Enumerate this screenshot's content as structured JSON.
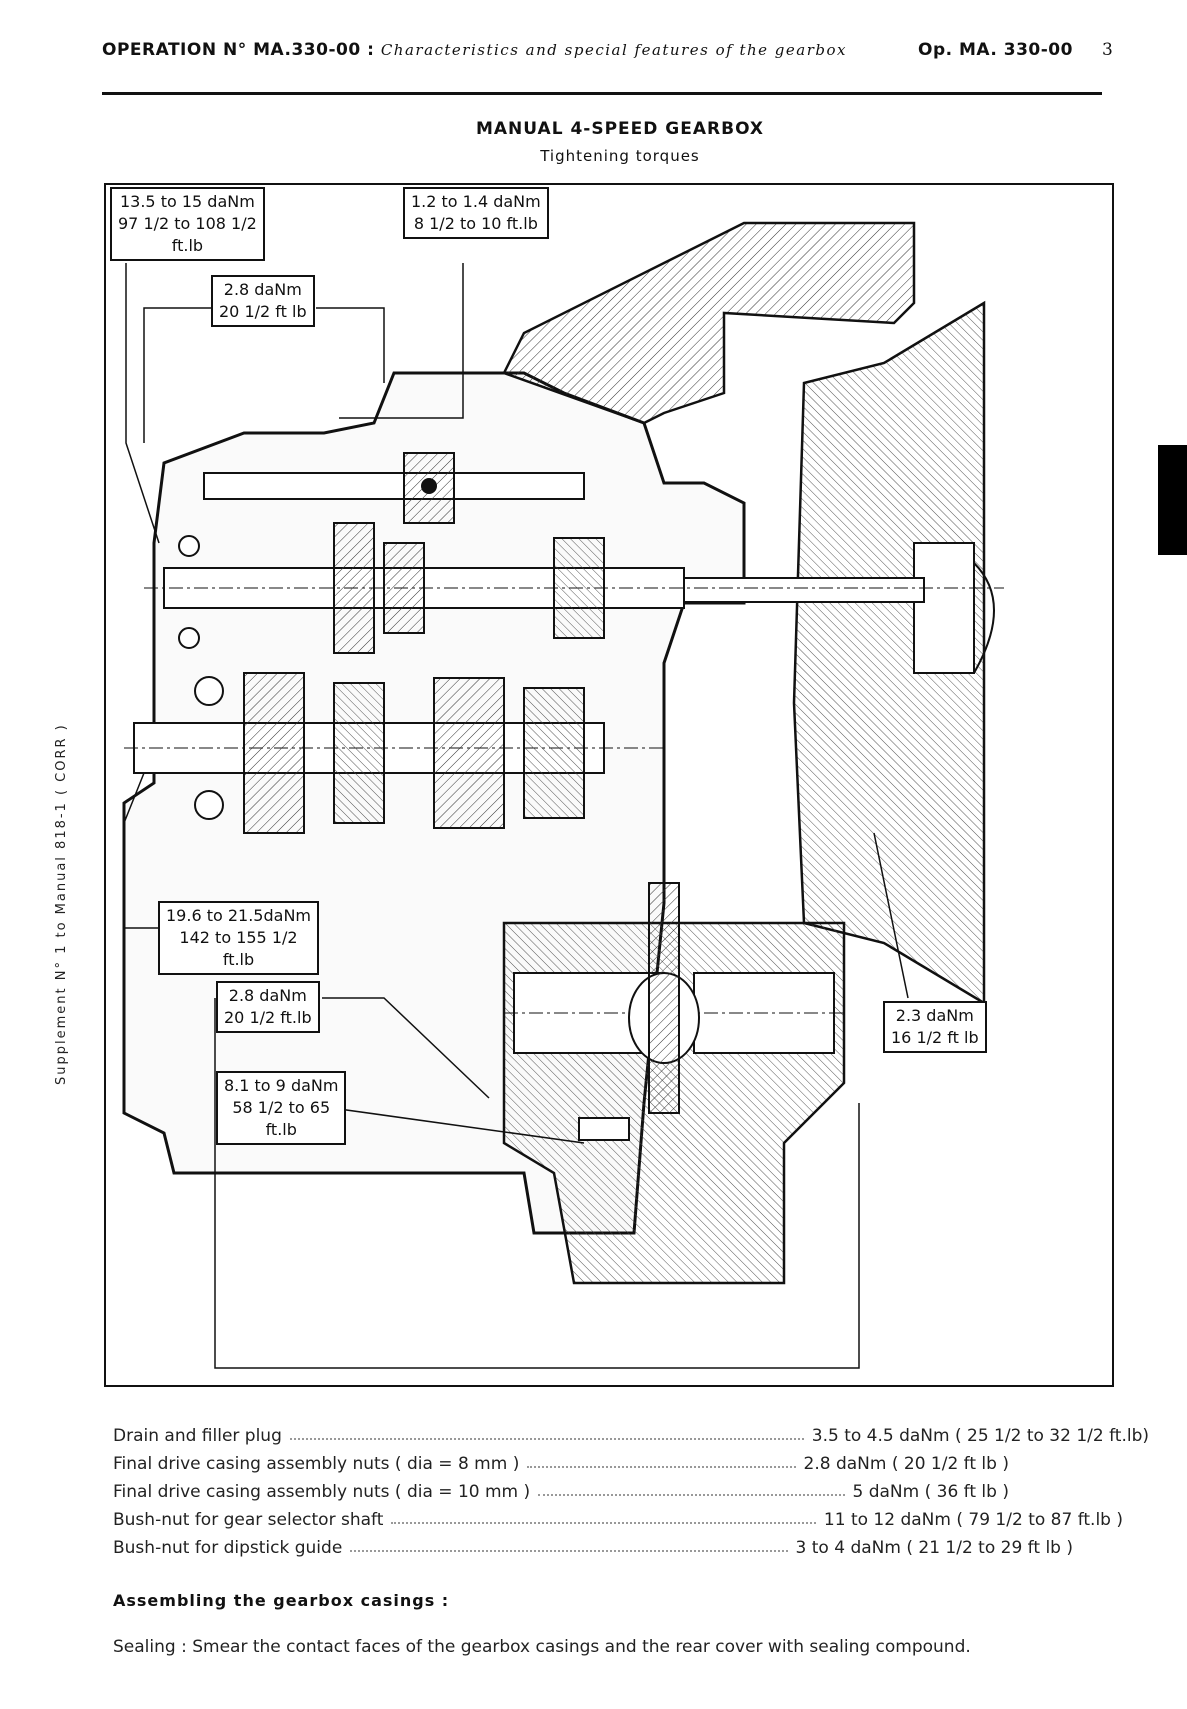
{
  "header": {
    "operation_label": "OPERATION N° MA.330-00 :",
    "operation_subtitle": "Characteristics and special features of the gearbox",
    "op_ref": "Op. MA. 330-00",
    "page_number": "3"
  },
  "titles": {
    "main": "MANUAL 4-SPEED GEARBOX",
    "sub": "Tightening torques"
  },
  "side_text": "Supplement N° 1 to Manual 818-1 ( CORR )",
  "callouts": [
    "13.5 to 15 daNm\n97 1/2 to 108 1/2\nft.lb",
    "1.2 to 1.4 daNm\n8 1/2 to 10 ft.lb",
    "2.8 daNm\n20 1/2 ft lb",
    "19.6 to 21.5daNm\n142 to 155 1/2\nft.lb",
    "2.8 daNm\n20 1/2 ft.lb",
    "8.1 to 9 daNm\n58 1/2 to 65\nft.lb",
    "2.3 daNm\n16 1/2 ft lb"
  ],
  "specs": [
    {
      "label": "Drain and filler plug",
      "value": "3.5 to 4.5 daNm ( 25 1/2 to 32 1/2 ft.lb)"
    },
    {
      "label": "Final drive casing assembly nuts ( dia = 8 mm )",
      "value": "2.8 daNm ( 20 1/2 ft lb )"
    },
    {
      "label": "Final drive casing assembly nuts ( dia = 10 mm )",
      "value": "5 daNm ( 36 ft lb )"
    },
    {
      "label": "Bush-nut for gear selector shaft",
      "value": "11 to 12 daNm ( 79 1/2 to 87 ft.lb )"
    },
    {
      "label": "Bush-nut for dipstick guide",
      "value": "3 to 4 daNm ( 21 1/2 to 29 ft lb )"
    }
  ],
  "assembly": {
    "heading": "Assembling the gearbox casings :",
    "sealing": "Sealing : Smear the contact faces of the gearbox casings and the rear cover with sealing compound."
  }
}
